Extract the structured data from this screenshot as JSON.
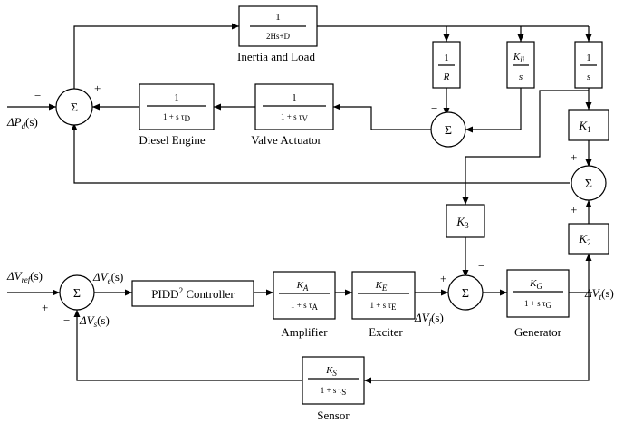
{
  "blocks": {
    "inertia": {
      "num": "1",
      "den": "2Hs+D",
      "label": "Inertia and Load"
    },
    "diesel": {
      "num": "1",
      "den": "1 + s τ",
      "den_sub": "D",
      "label": "Diesel Engine"
    },
    "valve": {
      "num": "1",
      "den": "1 + s τ",
      "den_sub": "V",
      "label": "Valve Actuator"
    },
    "droop": {
      "num": "1",
      "den": "R"
    },
    "ki": {
      "num": "K",
      "num_sub": "ii",
      "den": "s"
    },
    "integ": {
      "num": "1",
      "den": "s"
    },
    "k1": {
      "text": "K",
      "sub": "1"
    },
    "k2": {
      "text": "K",
      "sub": "2"
    },
    "k3": {
      "text": "K",
      "sub": "3"
    },
    "controller": {
      "text": "PIDD",
      "sup": "2",
      "rest": " Controller"
    },
    "amplifier": {
      "num": "K",
      "num_sub": "A",
      "den": "1 + s τ",
      "den_sub": "A",
      "label": "Amplifier"
    },
    "exciter": {
      "num": "K",
      "num_sub": "E",
      "den": "1 + s τ",
      "den_sub": "E",
      "label": "Exciter"
    },
    "generator": {
      "num": "K",
      "num_sub": "G",
      "den": "1 + s τ",
      "den_sub": "G",
      "label": "Generator"
    },
    "sensor": {
      "num": "K",
      "num_sub": "S",
      "den": "1 + s τ",
      "den_sub": "S",
      "label": "Sensor"
    }
  },
  "signals": {
    "pd_pre": "ΔP",
    "pd_sub": "d",
    "pd_post": "(s)",
    "vref_pre": "ΔV",
    "vref_sub": "ref",
    "vref_post": "(s)",
    "ve_pre": "ΔV",
    "ve_sub": "e",
    "ve_post": "(s)",
    "vs_pre": "ΔV",
    "vs_sub": "s",
    "vs_post": "(s)",
    "vf_pre": "ΔV",
    "vf_sub": "f",
    "vf_post": "(s)",
    "vt_pre": "ΔV",
    "vt_sub": "t",
    "vt_post": "(s)"
  },
  "symbols": {
    "sum": "Σ",
    "plus": "+",
    "minus": "−"
  }
}
